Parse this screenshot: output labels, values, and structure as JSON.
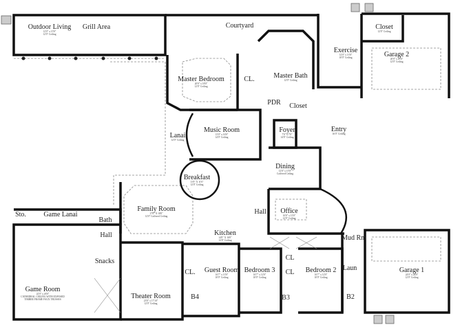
{
  "rooms": {
    "outdoor_living": {
      "name": "Outdoor Living",
      "dims": "12'0\" x 15'0\"",
      "ceiling": "12'0\" Ceiling"
    },
    "grill_area": {
      "name": "Grill Area"
    },
    "courtyard": {
      "name": "Courtyard"
    },
    "master_bedroom": {
      "name": "Master Bedroom",
      "dims": "20'0\" x 18'0\"",
      "ceiling": "12'0\" Ceiling"
    },
    "master_cl": {
      "name": "CL."
    },
    "master_bath": {
      "name": "Master Bath",
      "ceiling": "12'0\" Ceiling"
    },
    "pdr": {
      "name": "PDR"
    },
    "master_closet": {
      "name": "Closet"
    },
    "exercise": {
      "name": "Exercise",
      "dims": "12'0\" x 13'0\"",
      "ceiling": "10'0\" Ceiling"
    },
    "closet_garage": {
      "name": "Closet",
      "ceiling": "12'0\" Ceiling"
    },
    "garage_2": {
      "name": "Garage 2",
      "dims": "20'0\" x 20'0\"",
      "ceiling": "12'0\" Ceiling"
    },
    "music_room": {
      "name": "Music Room",
      "dims": "13'0\" x 16'0\"",
      "ceiling": "14'0\" Ceiling"
    },
    "lanai": {
      "name": "Lanai",
      "ceiling": "12'0\" Ceiling"
    },
    "foyer": {
      "name": "Foyer",
      "dims": "7'0\" x 7'0\"",
      "ceiling": "14'0\" Ceiling"
    },
    "entry": {
      "name": "Entry",
      "ceiling": "16'0\" Ceiling"
    },
    "dining": {
      "name": "Dining",
      "dims": "12'0\" x 15'0\"",
      "ceiling": "Coffered Ceiling"
    },
    "breakfast": {
      "name": "Breakfast",
      "dims": "11'0\" X 11'0\"",
      "ceiling": "12'0\" Ceiling"
    },
    "family_room": {
      "name": "Family Room",
      "dims": "17'0\" X 18'0\"",
      "ceiling": "12'0\" Coffered Ceiling"
    },
    "kitchen": {
      "name": "Kitchen",
      "dims": "14'0\" X 16'0\"",
      "ceiling": "12'0\" Ceiling"
    },
    "hall_center": {
      "name": "Hall"
    },
    "office": {
      "name": "Office",
      "dims": "16'0\" x 13'0\"",
      "ceiling": "12'0\" Ceiling"
    },
    "mud_room": {
      "name": "Mud Rm"
    },
    "storage": {
      "name": "Sto."
    },
    "game_lanai": {
      "name": "Game Lanai"
    },
    "bath": {
      "name": "Bath"
    },
    "hall_west": {
      "name": "Hall"
    },
    "snacks": {
      "name": "Snacks"
    },
    "game_room": {
      "name": "Game Room",
      "dims": "22'0\" x 26'0\"",
      "ceiling": "CATHEDRAL CEILING WITH EXPOSED",
      "ceiling2": "TIMBER FRAME FAUX TRUSSES"
    },
    "theater_room": {
      "name": "Theater Room",
      "dims": "23'0\" x 17'10\"",
      "ceiling": "12'0\" Ceiling"
    },
    "guest_cl": {
      "name": "CL."
    },
    "b4": {
      "name": "B4"
    },
    "guest_room": {
      "name": "Guest Room",
      "dims": "16'7\" x 13'0\"",
      "ceiling": "10'0\" Ceiling"
    },
    "bedroom_3": {
      "name": "Bedroom 3",
      "dims": "16'7\" x 12'0\"",
      "ceiling": "10'0\" Ceiling"
    },
    "cl_a": {
      "name": "CL"
    },
    "cl_b": {
      "name": "CL"
    },
    "b3": {
      "name": "B3"
    },
    "bedroom_2": {
      "name": "Bedroom 2",
      "dims": "16'7\" x 12'0\"",
      "ceiling": "10'0\" Ceiling"
    },
    "laundry": {
      "name": "Laun"
    },
    "b2": {
      "name": "B2"
    },
    "garage_1": {
      "name": "Garage 1",
      "dims": "24'0\" x 24'0\"",
      "ceiling": "12'0\" Ceiling"
    }
  },
  "colors": {
    "wall": "#111111",
    "dashed": "#888888",
    "window": "#bbbbbb"
  }
}
